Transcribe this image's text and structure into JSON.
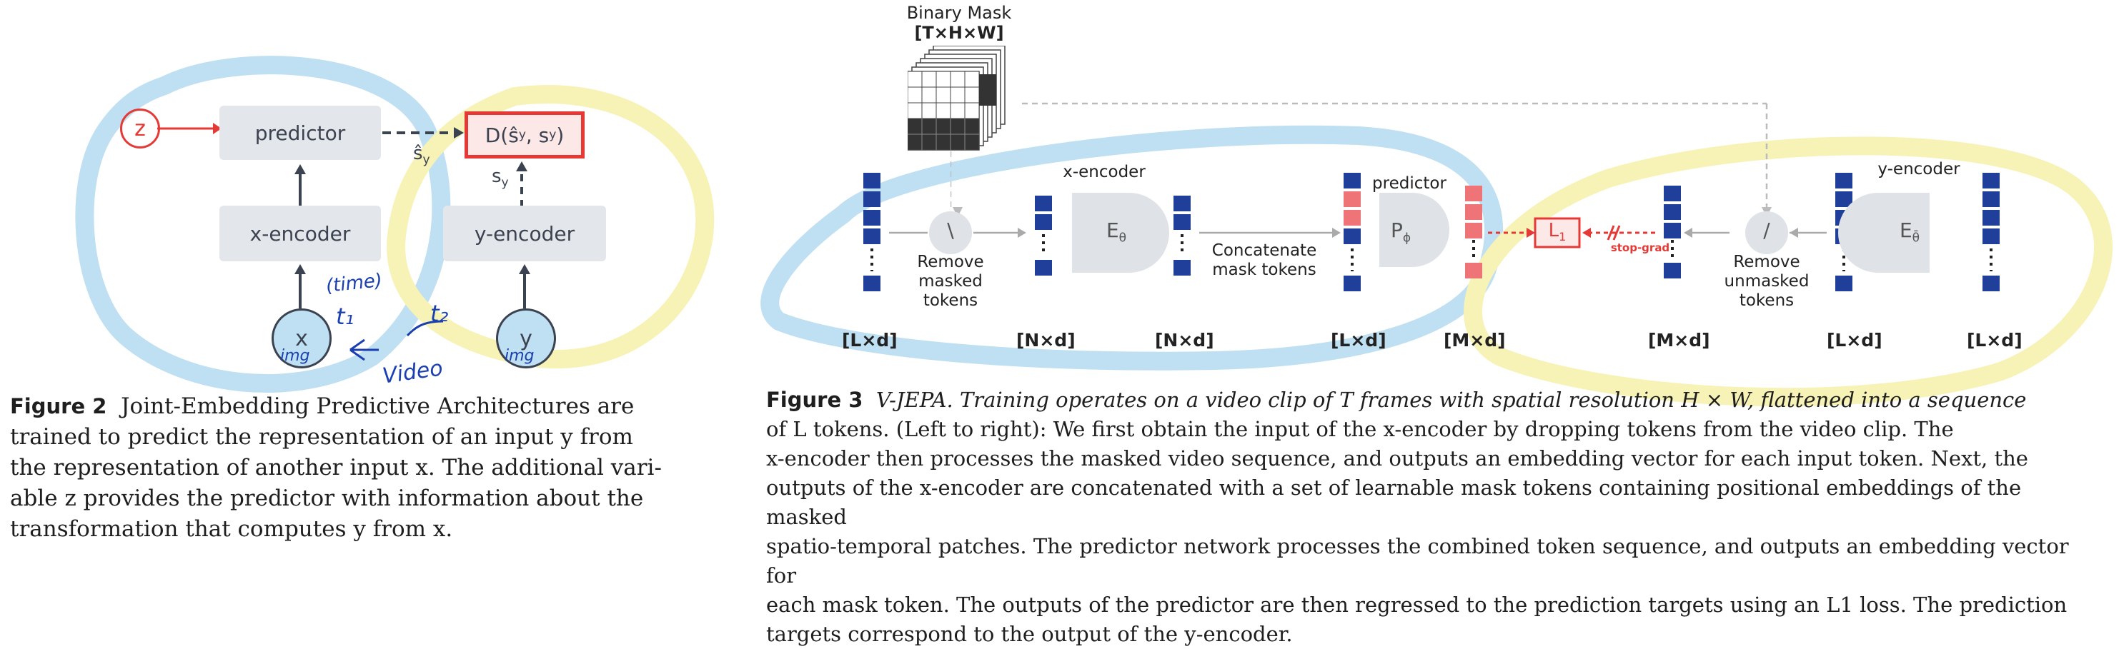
{
  "fig2": {
    "z_label": "z",
    "predictor": "predictor",
    "distance": "D(ŝ",
    "distance_a": "y",
    "distance_mid": ", s",
    "distance_b": "y",
    "distance_end": ")",
    "shat": "ŝ",
    "shat_sub": "y",
    "sy": "s",
    "sy_sub": "y",
    "x_encoder": "x-encoder",
    "y_encoder": "y-encoder",
    "x_label": "x",
    "y_label": "y",
    "hw_time": "(time)",
    "hw_t1": "t₁",
    "hw_t2": "t₂",
    "hw_img_x": "img",
    "hw_img_y": "img",
    "hw_video": "Video",
    "caption_label": "Figure 2",
    "caption_lines": [
      "Joint-Embedding Predictive Architectures are",
      "trained to predict the representation of an input y from",
      "the representation of another input x. The additional vari-",
      "able z provides the predictor with information about the",
      "transformation that computes y from x."
    ]
  },
  "fig3": {
    "mask_title": "Binary Mask",
    "mask_dims": "[T×H×W]",
    "remove_masked": [
      "Remove",
      "masked",
      "tokens"
    ],
    "remove_unmasked": [
      "Remove",
      "unmasked",
      "tokens"
    ],
    "x_encoder_label": "x-encoder",
    "y_encoder_label": "y-encoder",
    "predictor_label": "predictor",
    "concat": [
      "Concatenate",
      "mask tokens"
    ],
    "e_theta": "E",
    "e_theta_sub": "θ",
    "e_theta_bar_sub": "θ̄",
    "p_phi": "P",
    "p_phi_sub": "ϕ",
    "loss": "L",
    "loss_sub": "1",
    "stop_grad": "stop-grad",
    "op_remove_masked": "\\",
    "op_remove_unmasked": "/",
    "dims": [
      "[L×d]",
      "[N×d]",
      "[N×d]",
      "[L×d]",
      "[M×d]",
      "[M×d]",
      "[L×d]",
      "[L×d]"
    ],
    "caption_label": "Figure 3",
    "caption_lines": [
      "V-JEPA. Training operates on a video clip of T frames with spatial resolution H × W, flattened into a sequence",
      "of L tokens. (Left to right): We first obtain the input of the x-encoder by dropping tokens from the video clip. The",
      "x-encoder then processes the masked video sequence, and outputs an embedding vector for each input token. Next, the",
      "outputs of the x-encoder are concatenated with a set of learnable mask tokens containing positional embeddings of the masked",
      "spatio-temporal patches. The predictor network processes the combined token sequence, and outputs an embedding vector for",
      "each mask token. The outputs of the predictor are then regressed to the prediction targets using an L1 loss. The prediction",
      "targets correspond to the output of the y-encoder."
    ]
  },
  "colors": {
    "token_blue": "#1f3f9a",
    "token_red": "#ef7478",
    "box_gray": "#e3e6ea",
    "accent_red": "#e53935",
    "hl_blue": "#bfe0f2",
    "hl_yellow": "#f7f2b6",
    "ink_blue": "#1a3fb0"
  }
}
